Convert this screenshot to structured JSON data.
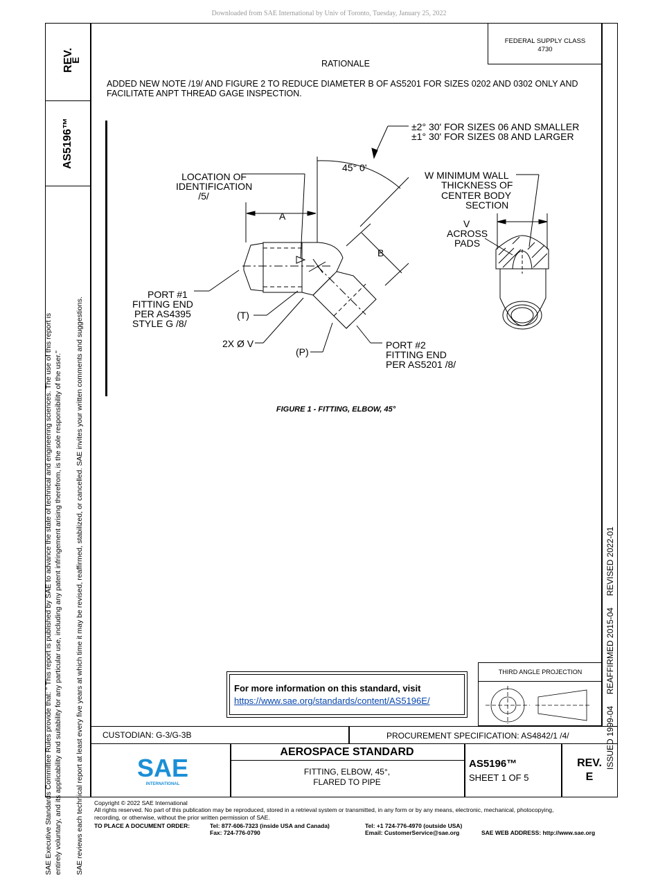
{
  "download_banner": "Downloaded from SAE International by Univ of Toronto, Tuesday, January 25, 2022",
  "federal_supply_class": {
    "label": "FEDERAL SUPPLY CLASS",
    "value": "4730"
  },
  "rev_side": {
    "label": "REV.",
    "value": "E"
  },
  "doc_id_side": "AS5196™",
  "rationale": {
    "heading": "RATIONALE",
    "line1": "ADDED NEW NOTE /19/ AND FIGURE 2 TO REDUCE DIAMETER B OF AS5201 FOR SIZES 0202 AND 0302 ONLY AND",
    "line2": "FACILITATE ANPT THREAD GAGE INSPECTION."
  },
  "left_margin": {
    "line1": "SAE Executive Standards Committee Rules provide that: \"  This report is published by SAE to advance the state of technical and engineering sciences. The use of this report is",
    "line2": "entirely voluntary, and its applicability and suitability for any particular use, including any patent infringement arising therefrom, is the sole responsibility of the user.\"",
    "line3": "SAE reviews each technical report at least every five years at which time it may be revised, reaffirmed, stabilized, or cancelled. SAE invites your written comments and suggestions."
  },
  "right_margin": "ISSUED 1999-04     REAFFIRMED 2015-04     REVISED 2022-01",
  "figure": {
    "caption": "FIGURE 1 - FITTING, ELBOW, 45°",
    "tolerance_line1": "±2° 30' FOR SIZES 06 AND SMALLER",
    "tolerance_line2": "±1° 30' FOR SIZES 08 AND LARGER",
    "angle": "45° 0'",
    "location_line1": "LOCATION OF",
    "location_line2": "IDENTIFICATION",
    "location_line3": "/5/",
    "dim_a": "A",
    "dim_b": "B",
    "wall_line1": "W  MINIMUM WALL",
    "wall_line2": "THICKNESS OF",
    "wall_line3": "CENTER BODY",
    "wall_line4": "SECTION",
    "v_line1": "V",
    "v_line2": "ACROSS",
    "v_line3": "PADS",
    "port1_line1": "PORT #1",
    "port1_line2": "FITTING END",
    "port1_line3": "PER AS4395",
    "port1_line4": "STYLE G  /8/",
    "t_label": "(T)",
    "dia_label": "2X Ø V",
    "p_label": "(P)",
    "port2_line1": "PORT #2",
    "port2_line2": "FITTING END",
    "port2_line3": "PER AS5201 /8/"
  },
  "info_box": {
    "heading": "For more information on this standard, visit",
    "url": "https://www.sae.org/standards/content/AS5196E/"
  },
  "projection_label": "THIRD ANGLE PROJECTION",
  "custodian": "CUSTODIAN: G-3/G-3B",
  "procurement": "PROCUREMENT SPECIFICATION: AS4842/1 /4/",
  "title_block": {
    "category": "AEROSPACE STANDARD",
    "title_line1": "FITTING, ELBOW, 45°,",
    "title_line2": "FLARED TO PIPE",
    "doc_id": "AS5196™",
    "sheet": "SHEET 1 OF 5",
    "rev_label": "REV.",
    "rev_value": "E",
    "logo_text": "SAE",
    "logo_sub": "INTERNATIONAL"
  },
  "footer": {
    "copyright": "Copyright © 2022 SAE International",
    "rights1": "All rights reserved. No part of this publication may be reproduced, stored in a retrieval system or transmitted, in any form or by any means, electronic, mechanical, photocopying,",
    "rights2": "recording, or otherwise, without the prior written permission of SAE.",
    "order_label": "TO PLACE A DOCUMENT ORDER:",
    "tel_us": "Tel: 877-606-7323 (inside USA and Canada)",
    "fax": "Fax: 724-776-0790",
    "tel_intl": "Tel: +1 724-776-4970 (outside USA)",
    "email": "Email: CustomerService@sae.org",
    "web": "SAE WEB ADDRESS: http://www.sae.org"
  },
  "colors": {
    "sae_blue": "#1a8fd6",
    "link_blue": "#0645ad"
  }
}
